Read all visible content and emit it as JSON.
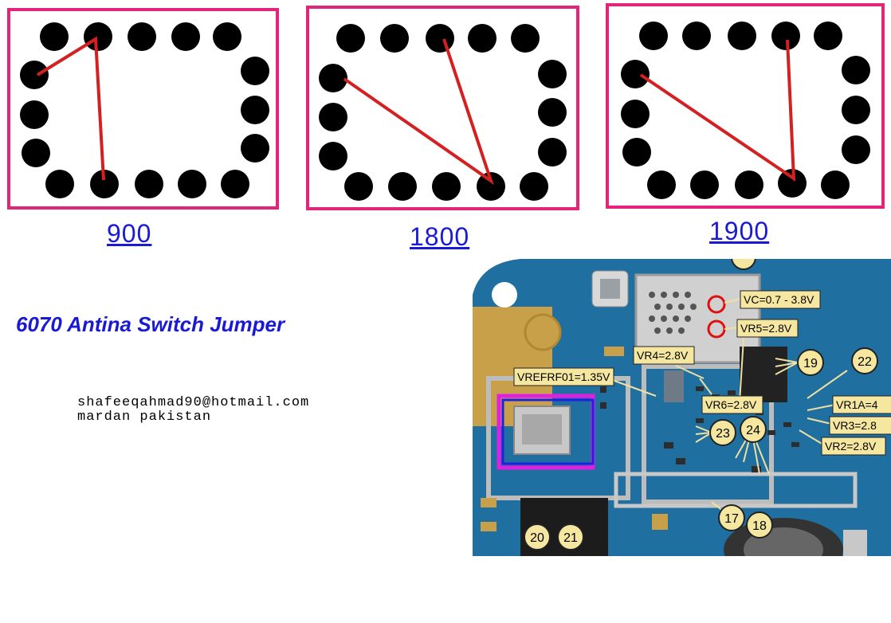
{
  "bands": [
    {
      "label": "900"
    },
    {
      "label": "1800"
    },
    {
      "label": "1900"
    }
  ],
  "title": "6070 Antina Switch Jumper",
  "contact": {
    "email": "shafeeqahmad90@hotmail.com",
    "location": "mardan pakistan"
  },
  "board": {
    "voltage_labels": [
      {
        "text": "VC=0.7 - 3.8V"
      },
      {
        "text": "VR5=2.8V"
      },
      {
        "text": "VR4=2.8V"
      },
      {
        "text": "VREFRF01=1.35V"
      },
      {
        "text": "VR6=2.8V"
      },
      {
        "text": "VR1A=4"
      },
      {
        "text": "VR3=2.8"
      },
      {
        "text": "VR2=2.8V"
      }
    ],
    "test_points": [
      "19",
      "22",
      "23",
      "24",
      "17",
      "18",
      "20",
      "21"
    ]
  },
  "colors": {
    "box_border": "#e0257a",
    "jumper_line": "#d42020",
    "label_blue": "#1a1ad6",
    "highlight_magenta": "#e020e0",
    "highlight_blue": "#2020e0",
    "label_bg": "#f5e6a0"
  }
}
